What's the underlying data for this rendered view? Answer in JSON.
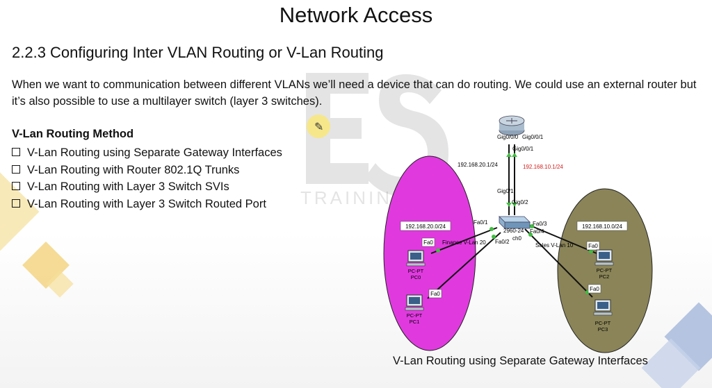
{
  "slide": {
    "title": "Network Access",
    "subtitle": "2.2.3 Configuring Inter VLAN Routing or V-Lan Routing",
    "intro": "When we want to communication between different VLANs we’ll need a device that can do routing. We could use an external router but it’s also possible to use a multilayer switch (layer 3 switches).",
    "method_title": "V-Lan Routing Method",
    "methods": [
      "V-Lan Routing using Separate Gateway Interfaces",
      "V-Lan Routing with Router 802.1Q Trunks",
      "V-Lan Routing with Layer 3 Switch SVIs",
      "V-Lan Routing with Layer 3 Switch Routed Port"
    ],
    "watermark": "TRAINING BD",
    "caption": "V-Lan Routing using Separate Gateway Interfaces"
  },
  "diagram": {
    "router_port_left": "Gig0/0/0",
    "router_port_right": "Gig0/0/1",
    "router_port_right2": "Gig0/0/1",
    "ip_left": "192.168.20.1/24",
    "ip_right": "192.168.10.1/24",
    "switch_port_left": "Gig0/1",
    "switch_port_right": "Gig0/2",
    "switch_label": "2960-24",
    "switch_label2": "ch0",
    "fa01": "Fa0/1",
    "fa02": "Fa0/2",
    "fa03": "Fa0/3",
    "fa04": "Fa0/4",
    "left_net": "192.168.20.0/24",
    "right_net": "192.168.10.0/24",
    "left_vlan": "Finance V-Lan 20",
    "right_vlan": "Sales V-Lan 10",
    "pc_port": "Fa0",
    "pc_model": "PC-PT",
    "pc0": "PC0",
    "pc1": "PC1",
    "pc2": "PC2",
    "pc3": "PC3"
  },
  "colors": {
    "left_zone": "#e03adf",
    "right_zone": "#8a8458",
    "ip_right": "#d0201c",
    "link_ok": "#3fbf3f",
    "deco_yellow": "#f6d66a",
    "deco_blue": "#8ea6cf"
  }
}
